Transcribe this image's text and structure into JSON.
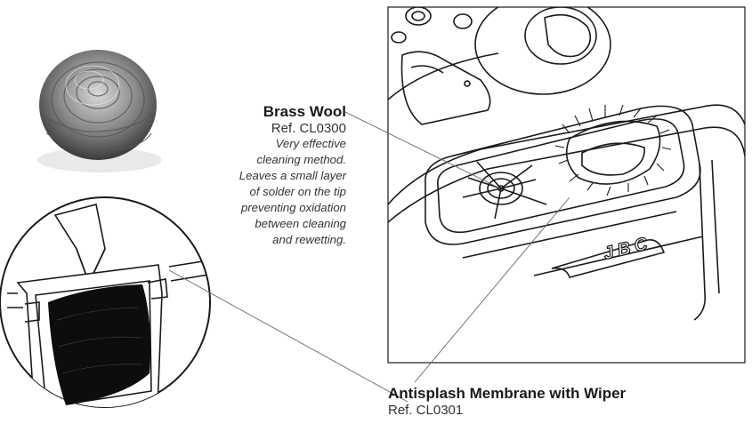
{
  "brass_wool": {
    "name": "Brass Wool",
    "ref": "Ref. CL0300",
    "description_lines": [
      "Very effective",
      "cleaning method.",
      "Leaves a small layer",
      "of solder on the tip",
      "preventing oxidation",
      "between cleaning",
      "and rewetting."
    ]
  },
  "membrane": {
    "name": "Antisplash Membrane with Wiper",
    "ref": "Ref. CL0301"
  },
  "logo_text": "JBC",
  "colors": {
    "line": "#1a1a1a",
    "text": "#1a1a1a",
    "muted": "#555555"
  }
}
